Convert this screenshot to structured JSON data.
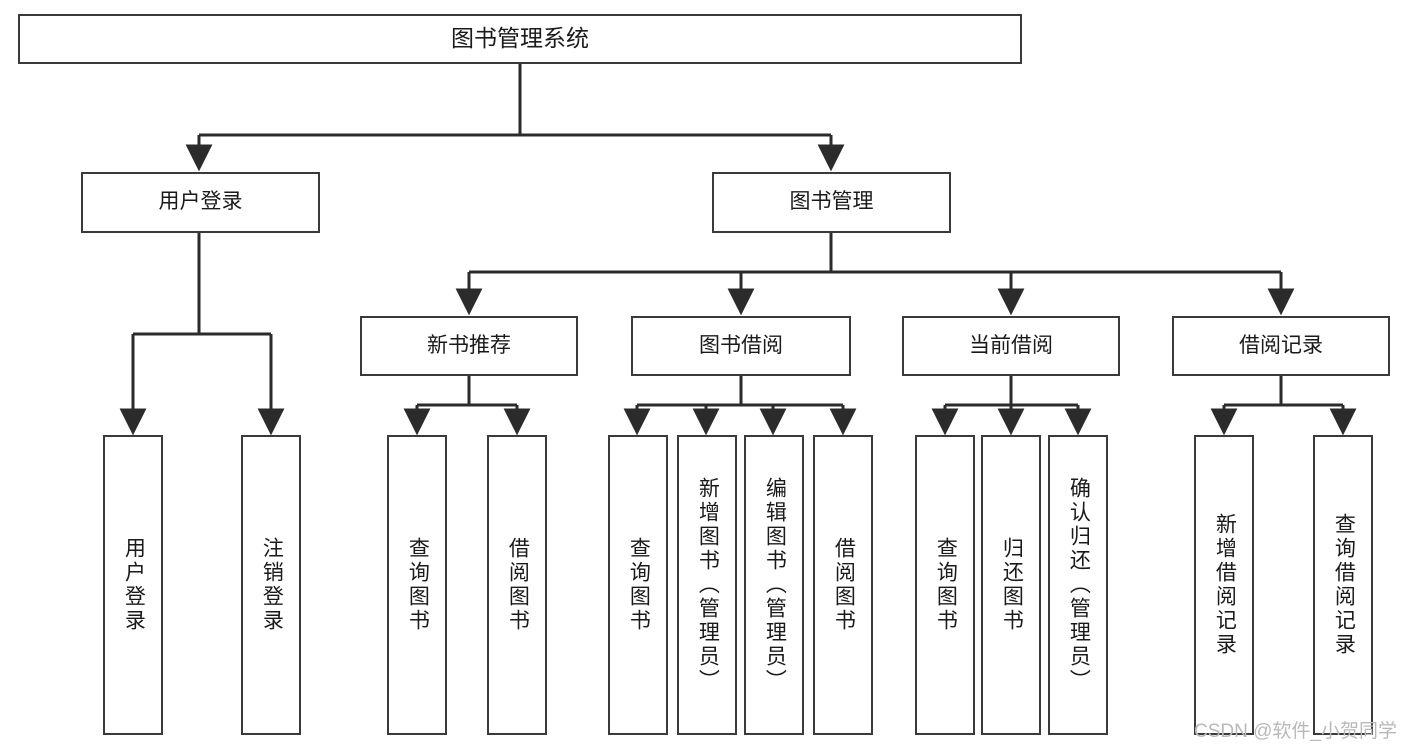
{
  "diagram": {
    "title": "图书管理系统",
    "type": "tree",
    "orientation": "top-down",
    "style": {
      "box_fill": "#ffffff",
      "box_stroke": "#3a3a3a",
      "text_color": "#1a1a1a",
      "edge_color": "#2b2b2b",
      "background": "#ffffff",
      "watermark_color": "#b9b9b9"
    },
    "root": {
      "id": "root",
      "label": "图书管理系统"
    },
    "level1": [
      {
        "id": "login",
        "label": "用户登录"
      },
      {
        "id": "bookmgmt",
        "label": "图书管理"
      }
    ],
    "level2": [
      {
        "id": "newbook",
        "parent": "bookmgmt",
        "label": "新书推荐"
      },
      {
        "id": "borrow",
        "parent": "bookmgmt",
        "label": "图书借阅"
      },
      {
        "id": "current",
        "parent": "bookmgmt",
        "label": "当前借阅"
      },
      {
        "id": "records",
        "parent": "bookmgmt",
        "label": "借阅记录"
      }
    ],
    "leaves": [
      {
        "id": "leaf-login-1",
        "parent": "login",
        "label": "用户登录"
      },
      {
        "id": "leaf-login-2",
        "parent": "login",
        "label": "注销登录"
      },
      {
        "id": "leaf-newbook-1",
        "parent": "newbook",
        "label": "查询图书"
      },
      {
        "id": "leaf-newbook-2",
        "parent": "newbook",
        "label": "借阅图书"
      },
      {
        "id": "leaf-borrow-1",
        "parent": "borrow",
        "label": "查询图书"
      },
      {
        "id": "leaf-borrow-2",
        "parent": "borrow",
        "label": "新增图书（管理员）"
      },
      {
        "id": "leaf-borrow-3",
        "parent": "borrow",
        "label": "编辑图书（管理员）"
      },
      {
        "id": "leaf-borrow-4",
        "parent": "borrow",
        "label": "借阅图书"
      },
      {
        "id": "leaf-current-1",
        "parent": "current",
        "label": "查询图书"
      },
      {
        "id": "leaf-current-2",
        "parent": "current",
        "label": "归还图书"
      },
      {
        "id": "leaf-current-3",
        "parent": "current",
        "label": "确认归还（管理员）"
      },
      {
        "id": "leaf-records-1",
        "parent": "records",
        "label": "新增借阅记录"
      },
      {
        "id": "leaf-records-2",
        "parent": "records",
        "label": "查询借阅记录"
      }
    ]
  },
  "watermark": {
    "text": "CSDN @软件_小贺同学"
  }
}
